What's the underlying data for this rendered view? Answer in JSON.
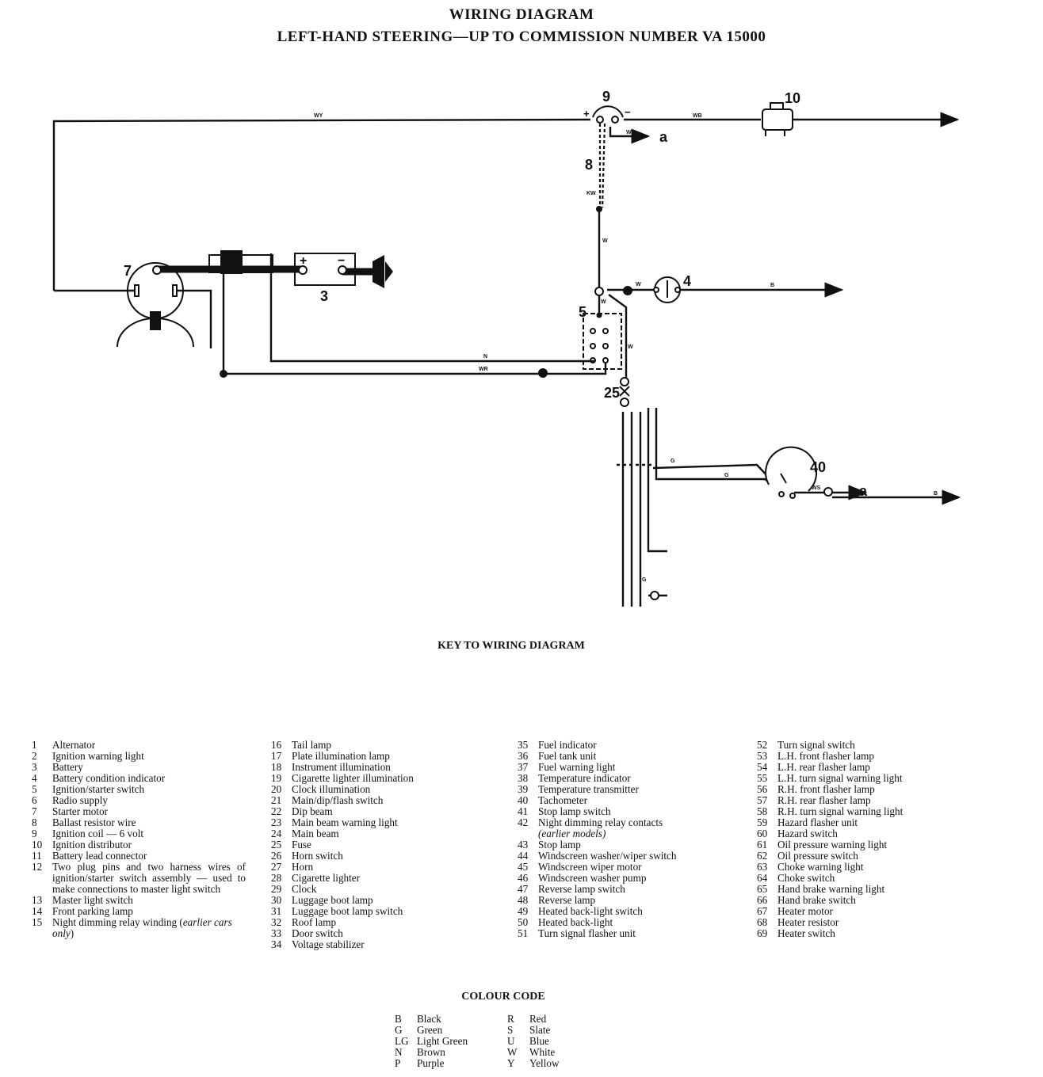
{
  "title": "WIRING DIAGRAM",
  "subtitle": "LEFT-HAND STEERING—UP TO COMMISSION NUMBER VA 15000",
  "diagram": {
    "component_numbers": {
      "c9": "9",
      "c10": "10",
      "c8": "8",
      "c7": "7",
      "c3": "3",
      "c4": "4",
      "c5": "5",
      "c25": "25",
      "c40": "40"
    },
    "wire_labels": {
      "wy": "WY",
      "wb": "WB",
      "ws_top": "WS",
      "kw": "KW",
      "w1": "W",
      "w2": "W",
      "w3": "W",
      "w4": "W",
      "b1": "B",
      "n": "N",
      "wr": "WR",
      "g1": "G",
      "g2": "G",
      "g3": "G",
      "ws_40": "WS",
      "b2": "B"
    },
    "terminals": {
      "plus": "+",
      "minus": "−",
      "bplus": "+",
      "bminus": "−"
    },
    "arrow_labels": {
      "a1": "a",
      "a2": "a"
    }
  },
  "key": {
    "title": "KEY TO WIRING DIAGRAM",
    "col1": [
      {
        "n": "1",
        "t": "Alternator"
      },
      {
        "n": "2",
        "t": "Ignition warning light"
      },
      {
        "n": "3",
        "t": "Battery"
      },
      {
        "n": "4",
        "t": "Battery condition indicator"
      },
      {
        "n": "5",
        "t": "Ignition/starter switch"
      },
      {
        "n": "6",
        "t": "Radio supply"
      },
      {
        "n": "7",
        "t": "Starter motor"
      },
      {
        "n": "8",
        "t": "Ballast resistor wire"
      },
      {
        "n": "9",
        "t": "Ignition coil — 6 volt"
      },
      {
        "n": "10",
        "t": "Ignition distributor"
      },
      {
        "n": "11",
        "t": "Battery lead connector"
      },
      {
        "n": "12",
        "t": "Two plug pins and two harness wires of ignition/starter switch assembly — used to make connections to master light switch"
      },
      {
        "n": "13",
        "t": "Master light switch"
      },
      {
        "n": "14",
        "t": "Front parking lamp"
      },
      {
        "n": "15",
        "t": "Night dimming relay winding (",
        "i": "earlier cars only",
        "t2": ")"
      }
    ],
    "col2": [
      {
        "n": "16",
        "t": "Tail lamp"
      },
      {
        "n": "17",
        "t": "Plate illumination lamp"
      },
      {
        "n": "18",
        "t": "Instrument illumination"
      },
      {
        "n": "19",
        "t": "Cigarette lighter illumination"
      },
      {
        "n": "20",
        "t": "Clock illumination"
      },
      {
        "n": "21",
        "t": "Main/dip/flash switch"
      },
      {
        "n": "22",
        "t": "Dip beam"
      },
      {
        "n": "23",
        "t": "Main beam warning light"
      },
      {
        "n": "24",
        "t": "Main beam"
      },
      {
        "n": "25",
        "t": "Fuse"
      },
      {
        "n": "26",
        "t": "Horn switch"
      },
      {
        "n": "27",
        "t": "Horn"
      },
      {
        "n": "28",
        "t": "Cigarette lighter"
      },
      {
        "n": "29",
        "t": "Clock"
      },
      {
        "n": "30",
        "t": "Luggage boot lamp"
      },
      {
        "n": "31",
        "t": "Luggage boot lamp switch"
      },
      {
        "n": "32",
        "t": "Roof lamp"
      },
      {
        "n": "33",
        "t": "Door switch"
      },
      {
        "n": "34",
        "t": "Voltage stabilizer"
      }
    ],
    "col3": [
      {
        "n": "35",
        "t": "Fuel indicator"
      },
      {
        "n": "36",
        "t": "Fuel tank unit"
      },
      {
        "n": "37",
        "t": "Fuel warning light"
      },
      {
        "n": "38",
        "t": "Temperature indicator"
      },
      {
        "n": "39",
        "t": "Temperature transmitter"
      },
      {
        "n": "40",
        "t": "Tachometer"
      },
      {
        "n": "41",
        "t": "Stop lamp switch"
      },
      {
        "n": "42",
        "t": "Night dimming relay contacts",
        "i2": "(earlier models)"
      },
      {
        "n": "43",
        "t": "Stop lamp"
      },
      {
        "n": "44",
        "t": "Windscreen washer/wiper switch"
      },
      {
        "n": "45",
        "t": "Windscreen wiper motor"
      },
      {
        "n": "46",
        "t": "Windscreen washer pump"
      },
      {
        "n": "47",
        "t": "Reverse lamp switch"
      },
      {
        "n": "48",
        "t": "Reverse lamp"
      },
      {
        "n": "49",
        "t": "Heated back-light switch"
      },
      {
        "n": "50",
        "t": "Heated back-light"
      },
      {
        "n": "51",
        "t": "Turn signal flasher unit"
      }
    ],
    "col4": [
      {
        "n": "52",
        "t": "Turn signal switch"
      },
      {
        "n": "53",
        "t": "L.H. front flasher lamp"
      },
      {
        "n": "54",
        "t": "L.H. rear flasher lamp"
      },
      {
        "n": "55",
        "t": "L.H. turn signal warning light"
      },
      {
        "n": "56",
        "t": "R.H. front flasher lamp"
      },
      {
        "n": "57",
        "t": "R.H. rear flasher lamp"
      },
      {
        "n": "58",
        "t": "R.H. turn signal warning light"
      },
      {
        "n": "59",
        "t": "Hazard flasher unit"
      },
      {
        "n": "60",
        "t": "Hazard switch"
      },
      {
        "n": "61",
        "t": "Oil pressure warning light"
      },
      {
        "n": "62",
        "t": "Oil pressure switch"
      },
      {
        "n": "63",
        "t": "Choke warning light"
      },
      {
        "n": "64",
        "t": "Choke switch"
      },
      {
        "n": "65",
        "t": "Hand brake warning light"
      },
      {
        "n": "66",
        "t": "Hand brake switch"
      },
      {
        "n": "67",
        "t": "Heater motor"
      },
      {
        "n": "68",
        "t": "Heater resistor"
      },
      {
        "n": "69",
        "t": "Heater switch"
      }
    ]
  },
  "colour_code": {
    "title": "COLOUR CODE",
    "left": [
      {
        "c": "B",
        "name": "Black"
      },
      {
        "c": "G",
        "name": "Green"
      },
      {
        "c": "LG",
        "name": "Light Green"
      },
      {
        "c": "N",
        "name": "Brown"
      },
      {
        "c": "P",
        "name": "Purple"
      }
    ],
    "right": [
      {
        "c": "R",
        "name": "Red"
      },
      {
        "c": "S",
        "name": "Slate"
      },
      {
        "c": "U",
        "name": "Blue"
      },
      {
        "c": "W",
        "name": "White"
      },
      {
        "c": "Y",
        "name": "Yellow"
      }
    ]
  }
}
